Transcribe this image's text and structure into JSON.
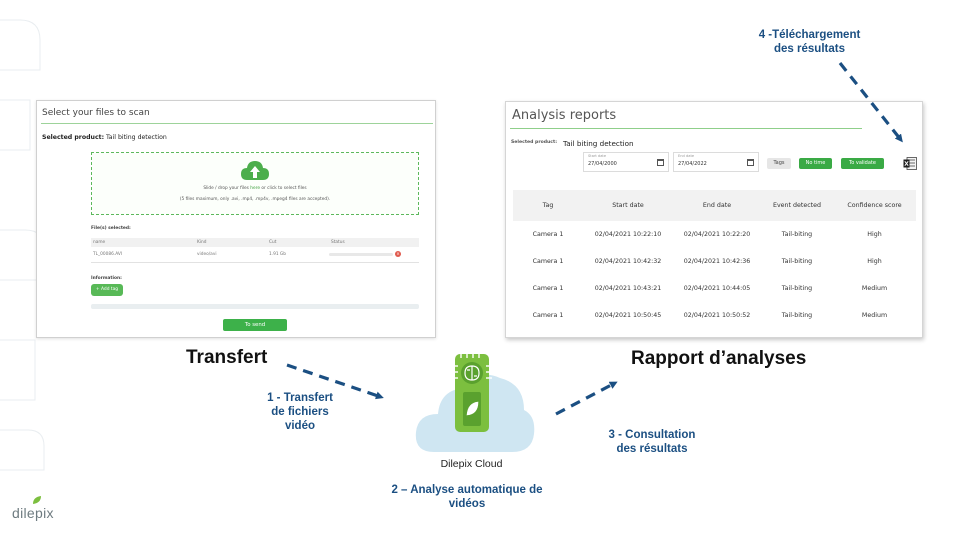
{
  "upload_panel": {
    "title": "Select your files to scan",
    "selected_product_label": "Selected product:",
    "selected_product_value": "Tail biting detection",
    "drop_text_before": "Slide / drop your files ",
    "drop_text_here": "here",
    "drop_text_after": " or click to select files",
    "drop_hint": "(5 files maximum, only .avi, .mp4, .mp4v, .mpeg4 files are accepted).",
    "files_selected_label": "File(s) selected:",
    "columns": [
      "name",
      "Kind",
      "Cut",
      "Status"
    ],
    "file_row": [
      "TL_00086.AVI",
      "video/avi",
      "1.91 Gb",
      ""
    ],
    "information_label": "Information:",
    "add_tag_button": "+ Add tag",
    "send_button": "To send"
  },
  "report_panel": {
    "title": "Analysis reports",
    "selected_product_label": "Selected product:",
    "selected_product_value": "Tail biting detection",
    "start_date_label": "Start date",
    "start_date_value": "27/04/2000",
    "end_date_label": "End date",
    "end_date_value": "27/04/2022",
    "tags_button": "Tags",
    "no_time_button": "No time",
    "to_validate_button": "To validate",
    "columns": [
      "Tag",
      "Start date",
      "End date",
      "Event detected",
      "Confidence score"
    ],
    "rows": [
      [
        "Camera 1",
        "02/04/2021 10:22:10",
        "02/04/2021 10:22:20",
        "Tail-biting",
        "High"
      ],
      [
        "Camera 1",
        "02/04/2021 10:42:32",
        "02/04/2021 10:42:36",
        "Tail-biting",
        "High"
      ],
      [
        "Camera 1",
        "02/04/2021 10:43:21",
        "02/04/2021 10:44:05",
        "Tail-biting",
        "Medium"
      ],
      [
        "Camera 1",
        "02/04/2021 10:50:45",
        "02/04/2021 10:50:52",
        "Tail-biting",
        "Medium"
      ]
    ]
  },
  "labels": {
    "transfert": "Transfert",
    "rapport": "Rapport d’analyses",
    "step1": [
      "1 - Transfert",
      "de fichiers",
      "vidéo"
    ],
    "step2": [
      "2 – Analyse automatique de",
      "vidéos"
    ],
    "step3": [
      "3 - Consultation",
      "des résultats"
    ],
    "step4": [
      "4 -Téléchargement",
      "des résultats"
    ],
    "cloud_caption": "Dilepix Cloud",
    "logo": "dilepix"
  },
  "colors": {
    "accent_green": "#3aaa45",
    "step_blue": "#1b4f82",
    "cloud": "#cfe6f2",
    "chip_green": "#7cbf3f"
  },
  "icons": [
    "upload-cloud-icon",
    "calendar-icon",
    "excel-export-icon",
    "cloud-icon",
    "chip-icon",
    "brain-icon",
    "leaf-icon"
  ]
}
